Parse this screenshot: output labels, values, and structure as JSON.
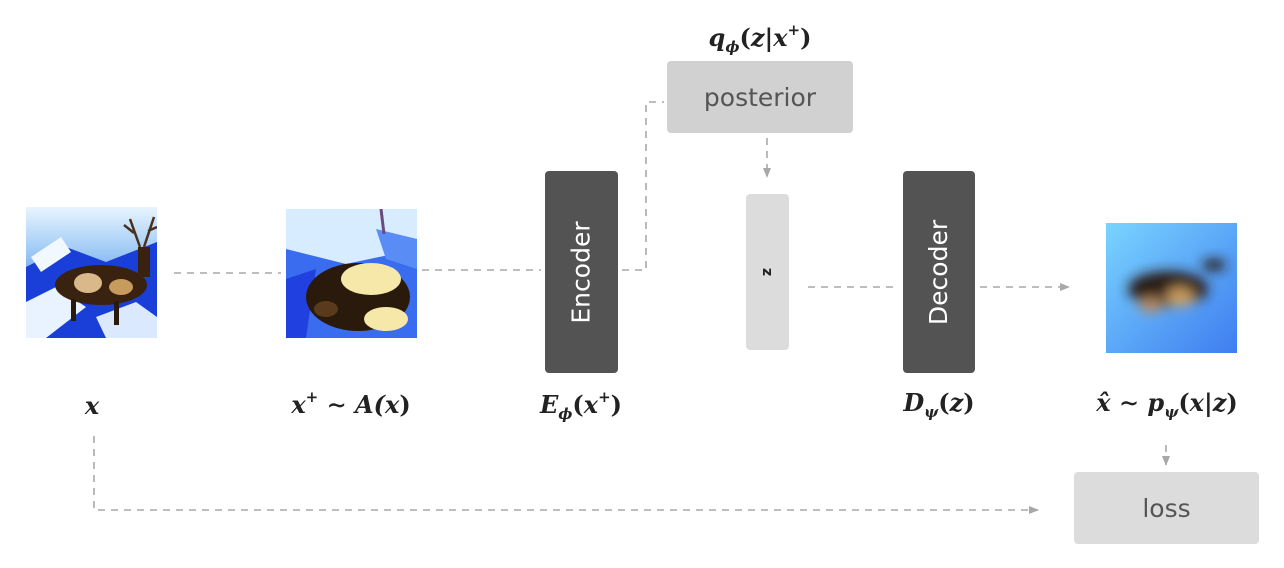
{
  "colors": {
    "dark_box": "#535353",
    "light_box": "#d1d1d1",
    "z_box": "#dcdcdc",
    "arrow": "#a8a8a8"
  },
  "nodes": {
    "posterior": {
      "label": "posterior"
    },
    "encoder": {
      "label": "Encoder"
    },
    "z": {
      "label": "z"
    },
    "decoder": {
      "label": "Decoder"
    },
    "loss": {
      "label": "loss"
    }
  },
  "math": {
    "x": "x",
    "aug": {
      "a": "x",
      "b": "+",
      "c": " ∼ A(",
      "d": "x",
      "e": ")"
    },
    "enc": {
      "a": "E",
      "b": "ϕ",
      "c": "(",
      "d": "x",
      "e": "+",
      "f": ")"
    },
    "post": {
      "a": "q",
      "b": "ϕ",
      "c": "(",
      "d": "z",
      "e": "|",
      "f": "x",
      "g": "+",
      "h": ")"
    },
    "dec": {
      "a": "D",
      "b": "ψ",
      "c": "(",
      "d": "z",
      "e": ")"
    },
    "recon": {
      "a": "x̂",
      "b": " ∼ p",
      "c": "ψ",
      "d": "(",
      "e": "x",
      "f": "|",
      "g": "z",
      "h": ")"
    }
  },
  "images": {
    "input": {
      "icon": "reindeer-photo"
    },
    "augmented": {
      "icon": "augmented-reindeer-crop"
    },
    "reconstruction": {
      "icon": "blurry-reconstruction"
    }
  }
}
